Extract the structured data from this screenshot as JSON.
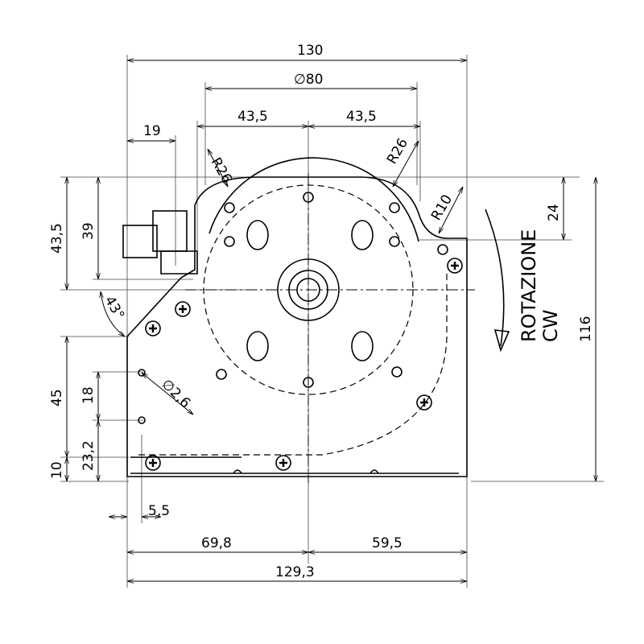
{
  "dimensions": {
    "overall_width_top": "130",
    "diameter": "∅80",
    "half_left": "43,5",
    "half_right": "43,5",
    "connector_width": "19",
    "radius_left": "R26",
    "radius_right": "R26",
    "radius_small": "R10",
    "left_height_outer": "43,5",
    "left_height_inner": "39",
    "angle": "43°",
    "lower_height": "45",
    "hole_spacing": "18",
    "hole_to_bottom": "23,2",
    "bottom_offset": "10",
    "hole_diameter": "∅2,6",
    "hole_inset": "5,5",
    "right_step": "24",
    "overall_height": "116",
    "left_to_center": "69,8",
    "center_to_right": "59,5",
    "overall_width_bottom": "129,3"
  },
  "rotation": {
    "line1": "ROTAZIONE",
    "line2": "CW"
  }
}
